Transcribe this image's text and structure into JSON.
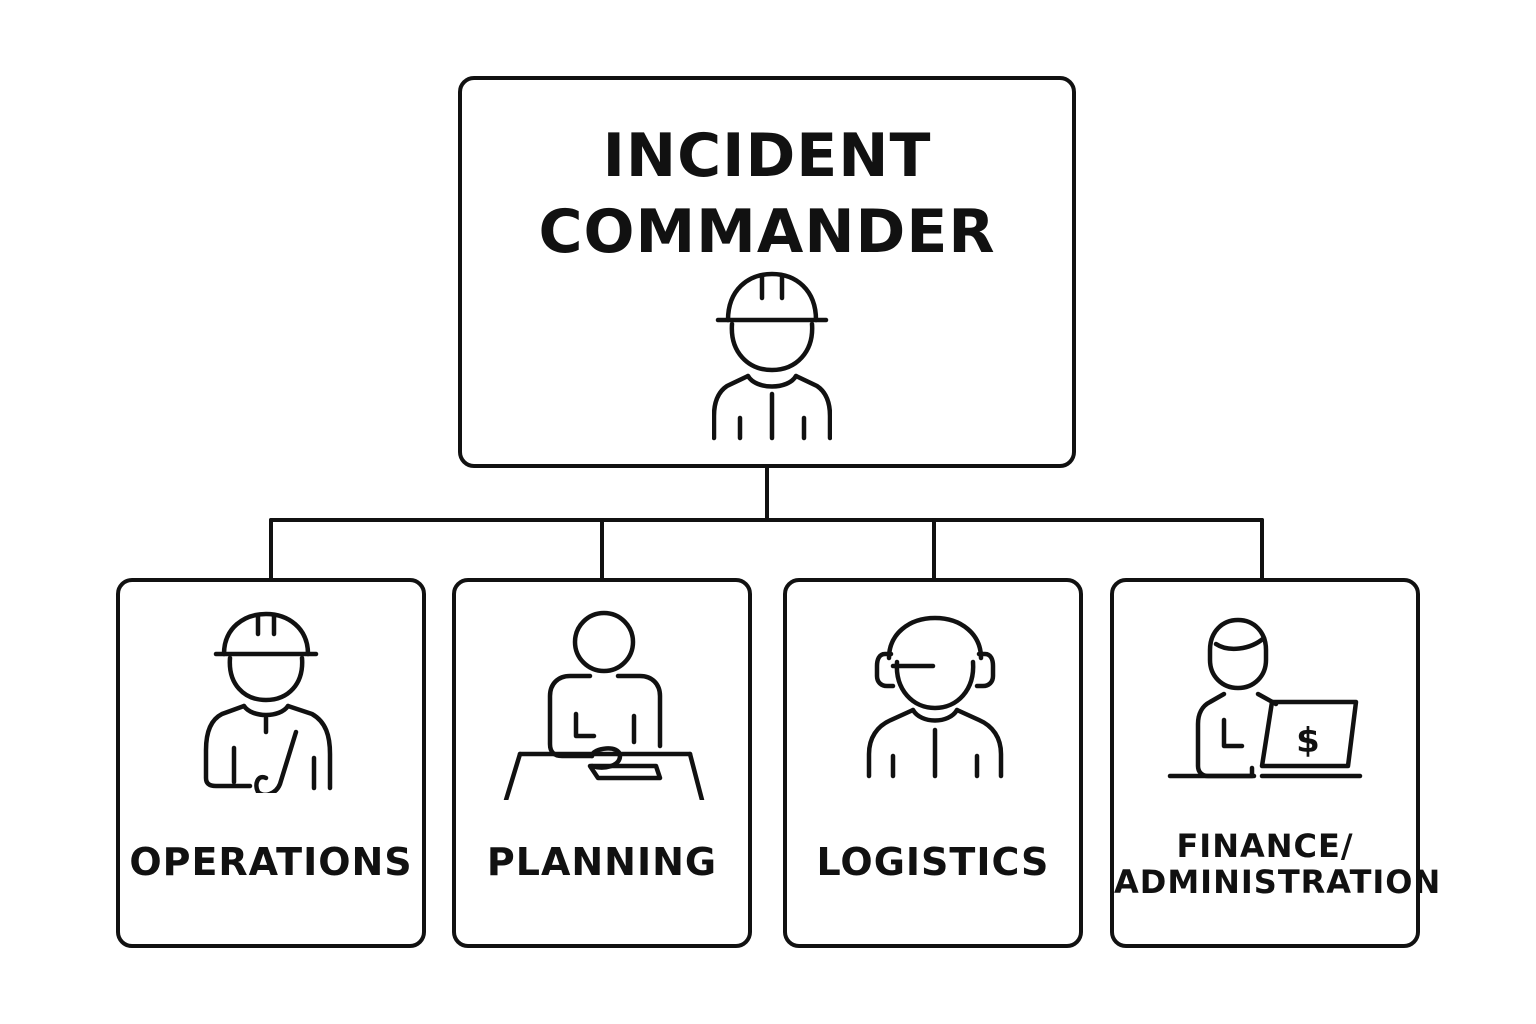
{
  "diagram": {
    "root": {
      "title_line1": "INCIDENT",
      "title_line2": "COMMANDER",
      "icon": "worker-hardhat-icon"
    },
    "sections": [
      {
        "label": "OPERATIONS",
        "icon": "worker-radio-icon"
      },
      {
        "label": "PLANNING",
        "icon": "planner-desk-icon"
      },
      {
        "label": "LOGISTICS",
        "icon": "headset-operator-icon"
      },
      {
        "label_line1": "FINANCE/",
        "label_line2": "ADMINISTRATION",
        "icon": "laptop-finance-icon"
      }
    ]
  }
}
